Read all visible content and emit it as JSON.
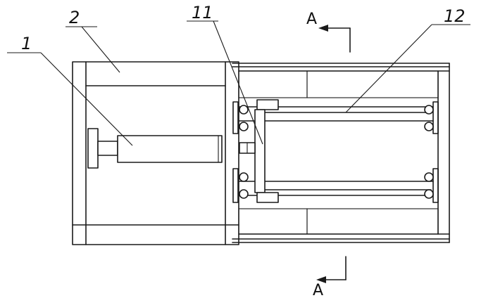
{
  "labels": {
    "part_1": "1",
    "part_2": "2",
    "part_11": "11",
    "part_12": "12",
    "section_top": "A",
    "section_bottom": "A"
  }
}
